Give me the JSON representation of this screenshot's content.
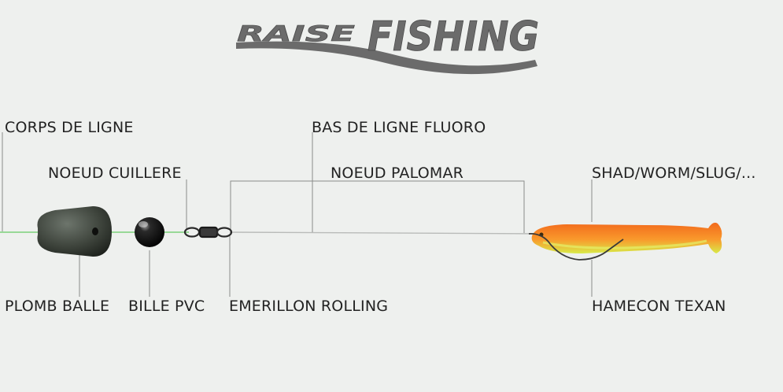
{
  "logo": {
    "word1": "RAISE",
    "word2": "FISHING"
  },
  "labels": {
    "corps_de_ligne": "CORPS DE LIGNE",
    "noeud_cuillere": "NOEUD CUILLERE",
    "bas_de_ligne": "BAS DE LIGNE FLUORO",
    "noeud_palomar": "NOEUD PALOMAR",
    "leurre": "SHAD/WORM/SLUG/...",
    "plomb_balle": "PLOMB BALLE",
    "bille_pvc": "BILLE PVC",
    "emerillon": "EMERILLON ROLLING",
    "hamecon": "HAMECON TEXAN"
  },
  "colors": {
    "background": "#eef0ee",
    "main_line": "#7cd07a",
    "leader": "#b9bbb9",
    "leader_lines": "#8a8c8a",
    "logo": "#6b6b6b",
    "lure_body": "#f57a26",
    "lure_belly": "#d6e84a"
  }
}
